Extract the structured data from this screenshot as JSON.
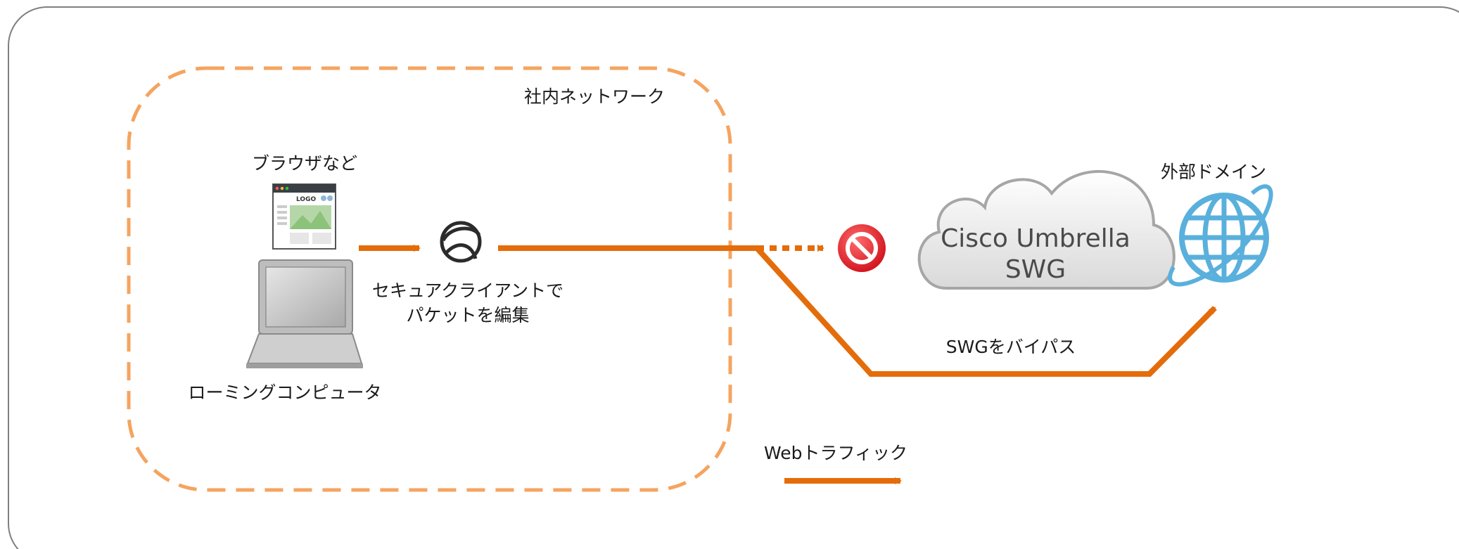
{
  "labels": {
    "internal_network": "社内ネットワーク",
    "browser": "ブラウザなど",
    "browser_logo": "LOGO",
    "roaming_computer": "ローミングコンピュータ",
    "secure_client_line1": "セキュアクライアントで",
    "secure_client_line2": "パケットを編集",
    "external_domain": "外部ドメイン",
    "umbrella_line1": "Cisco Umbrella",
    "umbrella_line2": "SWG",
    "bypass": "SWGをバイパス",
    "legend_web_traffic": "Webトラフィック"
  },
  "icons": {
    "browser": "browser-window-icon",
    "laptop": "laptop-icon",
    "secure_client": "secure-client-icon",
    "blocked": "blocked-icon",
    "cloud": "cloud-icon",
    "globe": "globe-icon"
  },
  "colors": {
    "traffic_arrow": "#e46c0a",
    "network_boundary": "#f4a460",
    "blocked": "#e8202a",
    "globe": "#5ab0dc",
    "frame": "#7f7f7f"
  }
}
